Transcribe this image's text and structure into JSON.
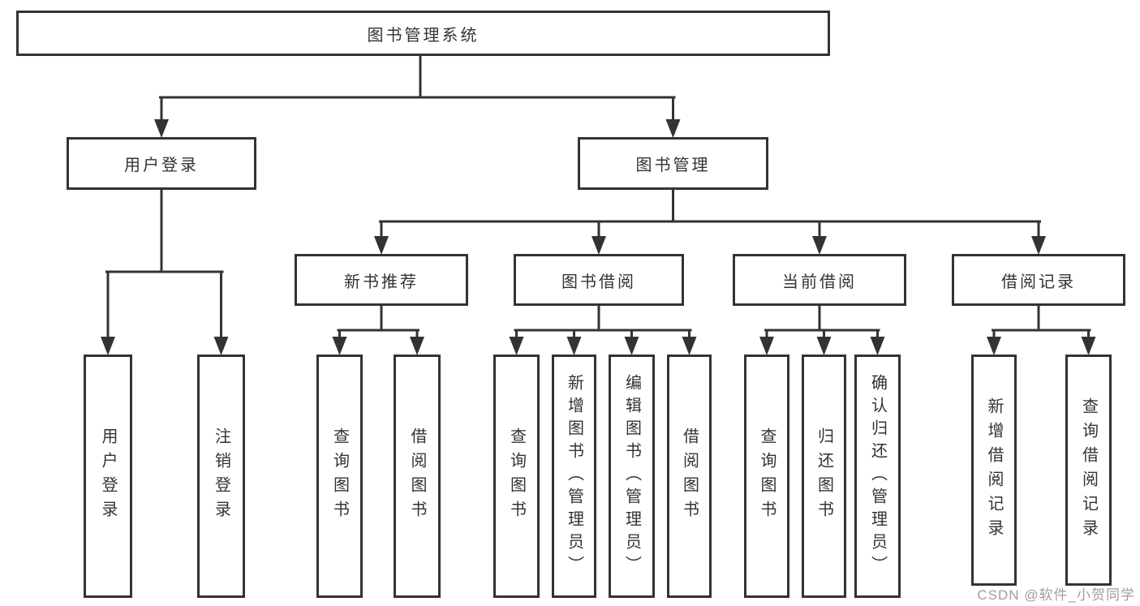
{
  "diagram_title": "图书管理系统",
  "nodes": {
    "root": "图书管理系统",
    "user_login": "用户登录",
    "book_management": "图书管理",
    "new_book_recommend": "新书推荐",
    "book_borrowing": "图书借阅",
    "current_borrowing": "当前借阅",
    "borrow_records": "借阅记录"
  },
  "leaves": {
    "user_login": [
      "用户登录",
      "注销登录"
    ],
    "new_book_recommend": [
      "查询图书",
      "借阅图书"
    ],
    "book_borrowing": [
      "查询图书",
      "新增图书（管理员）",
      "编辑图书（管理员）",
      "借阅图书"
    ],
    "current_borrowing": [
      "查询图书",
      "归还图书",
      "确认归还（管理员）"
    ],
    "borrow_records": [
      "新增借阅记录",
      "查询借阅记录"
    ]
  },
  "hierarchy": {
    "图书管理系统": {
      "用户登录": [
        "用户登录",
        "注销登录"
      ],
      "图书管理": {
        "新书推荐": [
          "查询图书",
          "借阅图书"
        ],
        "图书借阅": [
          "查询图书",
          "新增图书（管理员）",
          "编辑图书（管理员）",
          "借阅图书"
        ],
        "当前借阅": [
          "查询图书",
          "归还图书",
          "确认归还（管理员）"
        ],
        "借阅记录": [
          "新增借阅记录",
          "查询借阅记录"
        ]
      }
    }
  },
  "watermark": "CSDN @软件_小贺同学",
  "colors": {
    "line": "#333333",
    "text": "#333333",
    "box_fill": "#ffffff",
    "watermark": "#9e9e9e",
    "background": "#ffffff"
  }
}
